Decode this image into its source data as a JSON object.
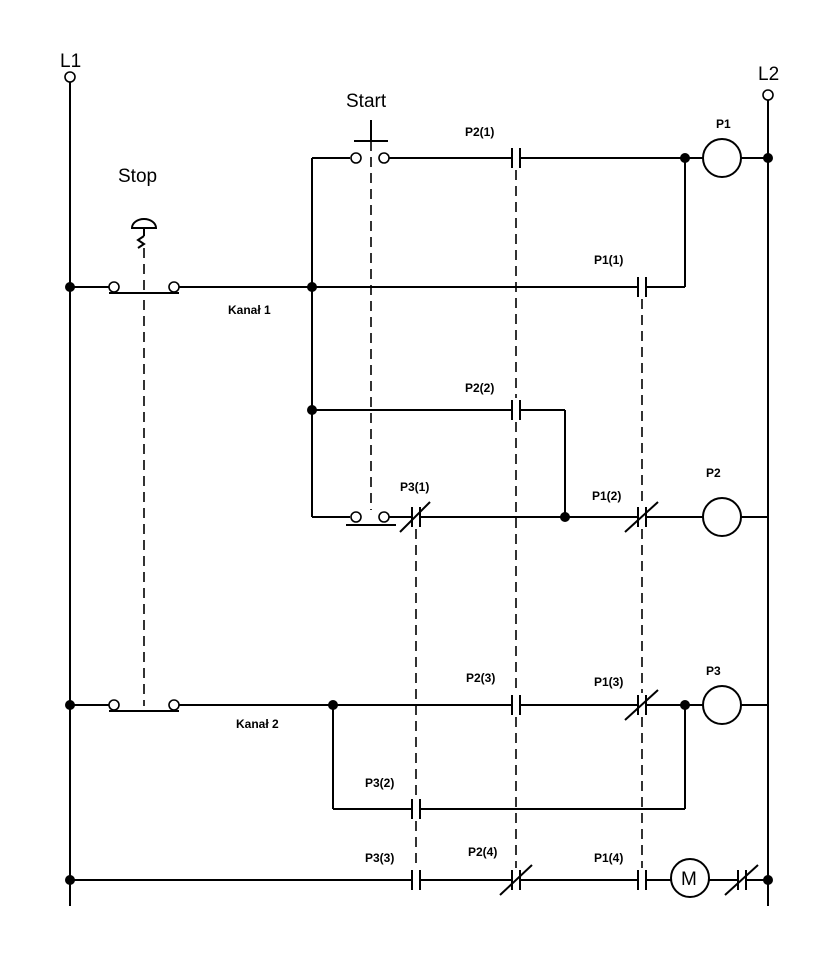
{
  "rails": {
    "left": "L1",
    "right": "L2"
  },
  "buttons": {
    "start": "Start",
    "stop": "Stop"
  },
  "channels": {
    "ch1": "Kanał 1",
    "ch2": "Kanał 2"
  },
  "coils": {
    "p1": "P1",
    "p2": "P2",
    "p3": "P3",
    "motor": "M"
  },
  "contacts": {
    "p2_1": "P2(1)",
    "p1_1": "P1(1)",
    "p2_2": "P2(2)",
    "p3_1": "P3(1)",
    "p1_2": "P1(2)",
    "p2_3": "P2(3)",
    "p1_3": "P1(3)",
    "p3_2": "P3(2)",
    "p3_3": "P3(3)",
    "p2_4": "P2(4)",
    "p1_4": "P1(4)"
  }
}
